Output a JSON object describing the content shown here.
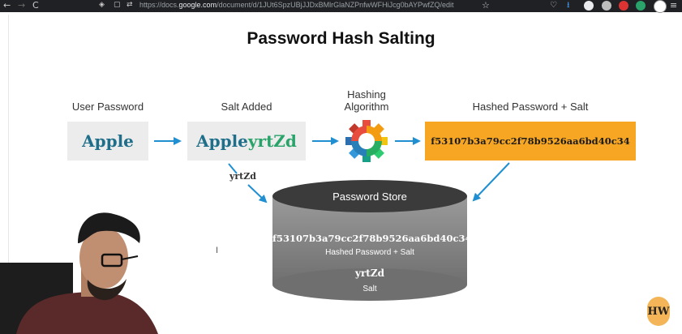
{
  "browser": {
    "back_glyph": "←",
    "forward_glyph": "→",
    "reload_glyph": "C",
    "url_prefix": "https://docs.",
    "url_domain": "google.com",
    "url_path": "/document/d/1JUt6SpzUBjJJDxBMlrGlaNZPnfwWFHiJcg0bAYPwfZQ/edit",
    "menu_glyph": "≡",
    "star_glyph": "☆"
  },
  "slide": {
    "title": "Password Hash Salting",
    "labels": {
      "user_password": "User Password",
      "salt_added": "Salt Added",
      "hashing_line1": "Hashing",
      "hashing_line2": "Algorithm",
      "hashed_password_salt": "Hashed Password + Salt"
    },
    "boxes": {
      "apple": "Apple",
      "salted_prefix": "Apple",
      "salted_suffix": "yrtZd",
      "hash_value": "f53107b3a79cc2f78b9526aa6bd40c34"
    },
    "salt_tag": "yrtZd",
    "store": {
      "title": "Password Store",
      "hash_value": "f53107b3a79cc2f78b9526aa6bd40c34",
      "hash_caption": "Hashed Password + Salt",
      "salt_value": "yrtZd",
      "salt_caption": "Salt"
    }
  },
  "overlay": {
    "cursor_glyph": "I",
    "logo_text": "HW"
  },
  "colors": {
    "accent_blue": "#1f8fd1",
    "salt_green": "#2aa36a",
    "hash_orange": "#f6a623",
    "store_top": "#3b3b3b",
    "store_body": "#8a8a8a"
  }
}
